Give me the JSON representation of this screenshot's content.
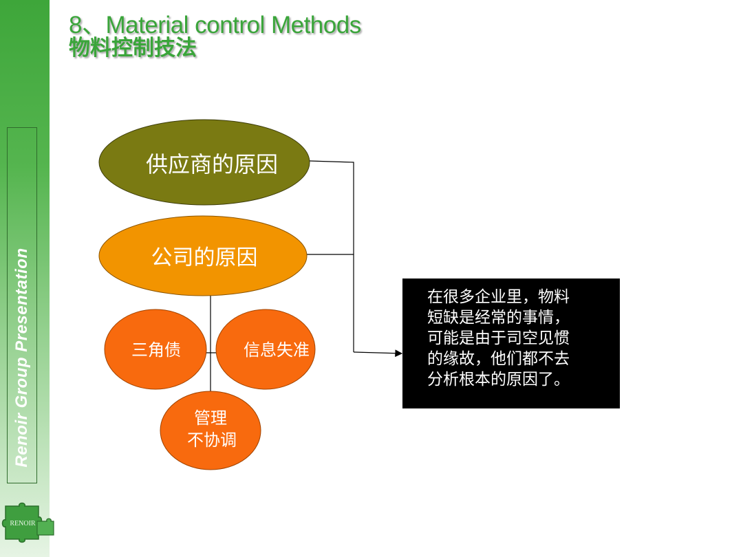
{
  "sidebar": {
    "vertical_text": "Renoir Group Presentation",
    "logo_text": "RENOIR"
  },
  "header": {
    "title_en": "8、Material control Methods",
    "title_cn": "物料控制技法"
  },
  "diagram": {
    "supplier": "供应商的原因",
    "company": "公司的原因",
    "triangle_debt": "三角债",
    "info_error": "信息失准",
    "mgmt_line1": "管理",
    "mgmt_line2": "不协调"
  },
  "note": {
    "lines": [
      "在很多企业里，物料",
      "短缺是经常的事情，",
      "可能是由于司空见惯",
      "的缘故，他们都不去",
      "分析根本的原因了。"
    ]
  },
  "colors": {
    "title_green": "#3aa53a",
    "supplier_fill": "#7a7a12",
    "company_fill": "#f29400",
    "sub_fill": "#f86a0e",
    "note_bg": "#000000"
  }
}
